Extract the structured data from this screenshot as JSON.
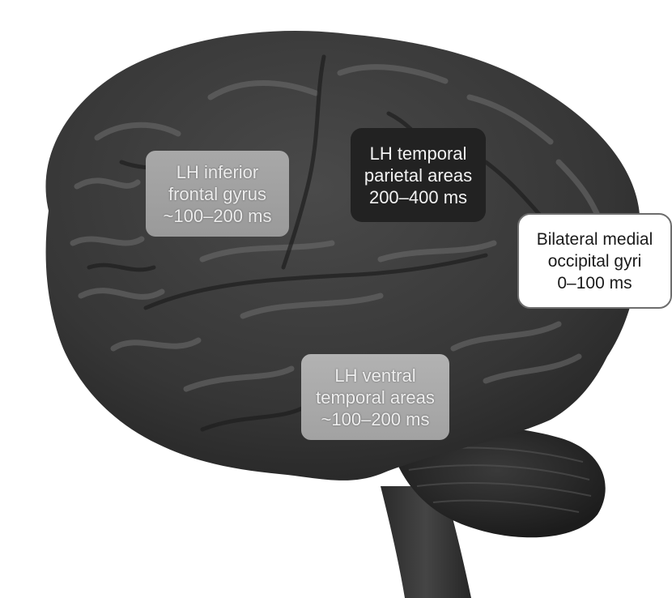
{
  "figure": {
    "colors": {
      "brain_base": "#3a3a3a",
      "gyrus_highlight": "#707070",
      "sulcus_shadow": "#1e1e1e",
      "cerebellum": "#2a2a2a"
    }
  },
  "labels": {
    "inferior_frontal": [
      "LH inferior",
      "frontal gyrus",
      "~100–200 ms"
    ],
    "temporal_parietal": [
      "LH temporal",
      "parietal areas",
      "200–400 ms"
    ],
    "medial_occipital": [
      "Bilateral medial",
      "occipital gyri",
      "0–100 ms"
    ],
    "ventral_temporal": [
      "LH ventral",
      "temporal areas",
      "~100–200 ms"
    ]
  }
}
